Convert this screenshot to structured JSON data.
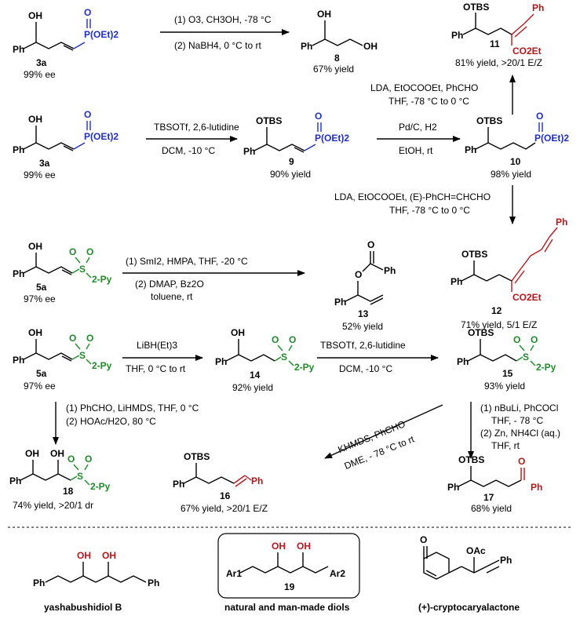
{
  "colors": {
    "phosphonate": "#1f2fbf",
    "product": "#b3161b",
    "sulfone": "#1f8a2a"
  },
  "atoms": {
    "oh": "OH",
    "ph": "Ph",
    "o": "O",
    "s": "S",
    "potet2": "P(OEt)2",
    "otbs": "OTBS",
    "co2et": "CO2Et",
    "py2": "2-Py",
    "oac": "OAc",
    "ar1": "Ar1",
    "ar2": "Ar2"
  },
  "compounds": {
    "c3a_1": {
      "label": "3a",
      "note": "99% ee"
    },
    "c3a_2": {
      "label": "3a",
      "note": "99% ee"
    },
    "c8": {
      "label": "8",
      "note": "67% yield"
    },
    "c9": {
      "label": "9",
      "note": "90% yield"
    },
    "c10": {
      "label": "10",
      "note": "98% yield"
    },
    "c11": {
      "label": "11",
      "note": "81% yield, >20/1 E/Z"
    },
    "c12": {
      "label": "12",
      "note": "71% yield, 5/1 E/Z"
    },
    "c5a_1": {
      "label": "5a",
      "note": "97% ee"
    },
    "c5a_2": {
      "label": "5a",
      "note": "97% ee"
    },
    "c13": {
      "label": "13",
      "note": "52% yield"
    },
    "c14": {
      "label": "14",
      "note": "92% yield"
    },
    "c15": {
      "label": "15",
      "note": "93% yield"
    },
    "c16": {
      "label": "16",
      "note": "67% yield, >20/1 E/Z"
    },
    "c17": {
      "label": "17",
      "note": "68% yield"
    },
    "c18": {
      "label": "18",
      "note": "74% yield, >20/1 dr"
    },
    "c19": {
      "label": "19"
    }
  },
  "conditions": {
    "r1_a": "(1) O3, CH3OH, -78 °C",
    "r1_b": "(2) NaBH4, 0 °C to rt",
    "r2_a": "TBSOTf, 2,6-lutidine",
    "r2_b": "DCM, -10 °C",
    "r3_a": "Pd/C, H2",
    "r3_b": "EtOH, rt",
    "r4_a": "LDA, EtOCOOEt, PhCHO",
    "r4_b": "THF, -78 °C to 0 °C",
    "r5_a": "LDA, EtOCOOEt, (E)-PhCH=CHCHO",
    "r5_b": "THF, -78 °C to 0 °C",
    "r6_a": "(1) SmI2, HMPA, THF, -20 °C",
    "r6_b": "(2) DMAP, Bz2O",
    "r6_c": "toluene, rt",
    "r7_a": "LiBH(Et)3",
    "r7_b": "THF, 0 °C to rt",
    "r8_a": "TBSOTf, 2,6-lutidine",
    "r8_b": "DCM, -10 °C",
    "r9_a": "(1) PhCHO, LiHMDS, THF, 0 °C",
    "r9_b": "(2) HOAc/H2O, 80 °C",
    "r10_a": "KHMDS, PhCHO",
    "r10_b": "DME, - 78 °C to rt",
    "r11_a": "(1) nBuLi, PhCOCl",
    "r11_b": "THF, - 78 °C",
    "r11_c": "(2) Zn, NH4Cl (aq.)",
    "r11_d": "THF, rt"
  },
  "targets": {
    "yashabushidiol": "yashabushidiol B",
    "diols": "natural and man-made diols",
    "cryptocarya": "(+)-cryptocaryalactone"
  }
}
